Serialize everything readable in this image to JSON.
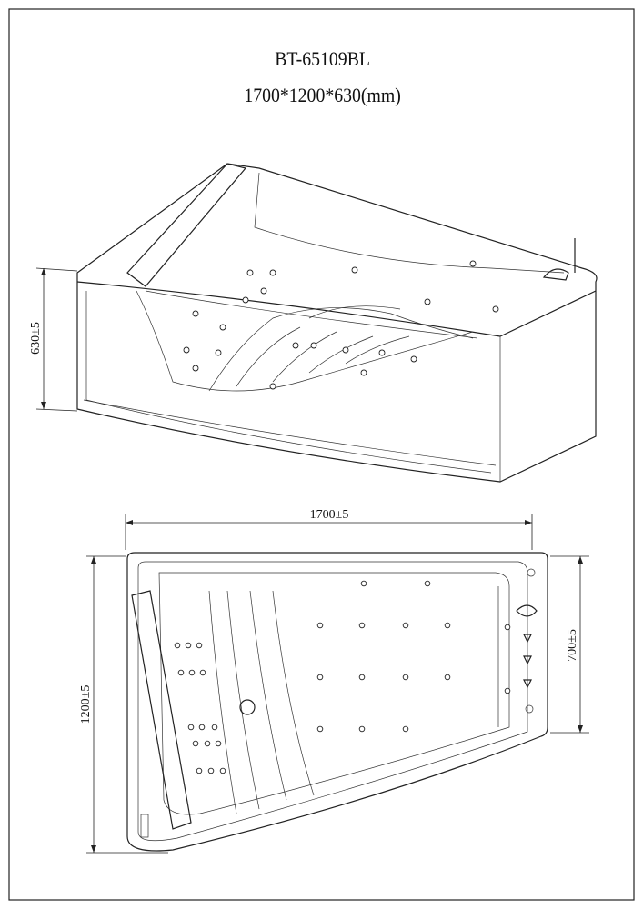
{
  "title": {
    "model": "BT-65109BL",
    "size": "1700*1200*630(mm)"
  },
  "dimensions": {
    "height": "630±5",
    "length": "1700±5",
    "width": "1200±5",
    "inner_width": "700±5"
  }
}
